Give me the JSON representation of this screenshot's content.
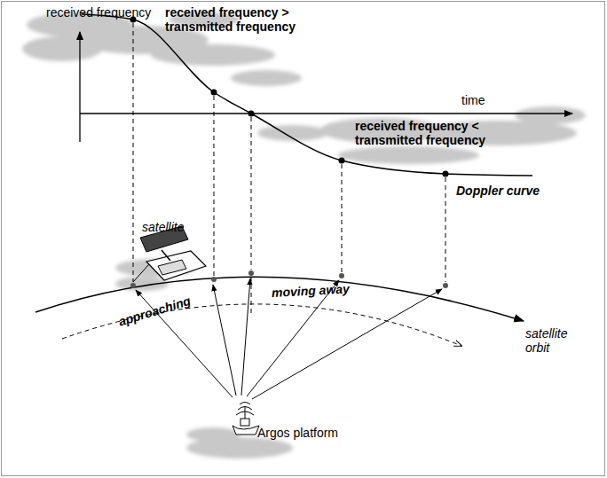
{
  "diagram": {
    "labels": [
      "received frequency",
      "received frequency > transmitted frequency",
      "time",
      "received frequency < transmitted frequency",
      "Doppler curve",
      "satellite",
      "approaching",
      "moving away",
      "satellite orbit",
      "Argos platform"
    ]
  }
}
